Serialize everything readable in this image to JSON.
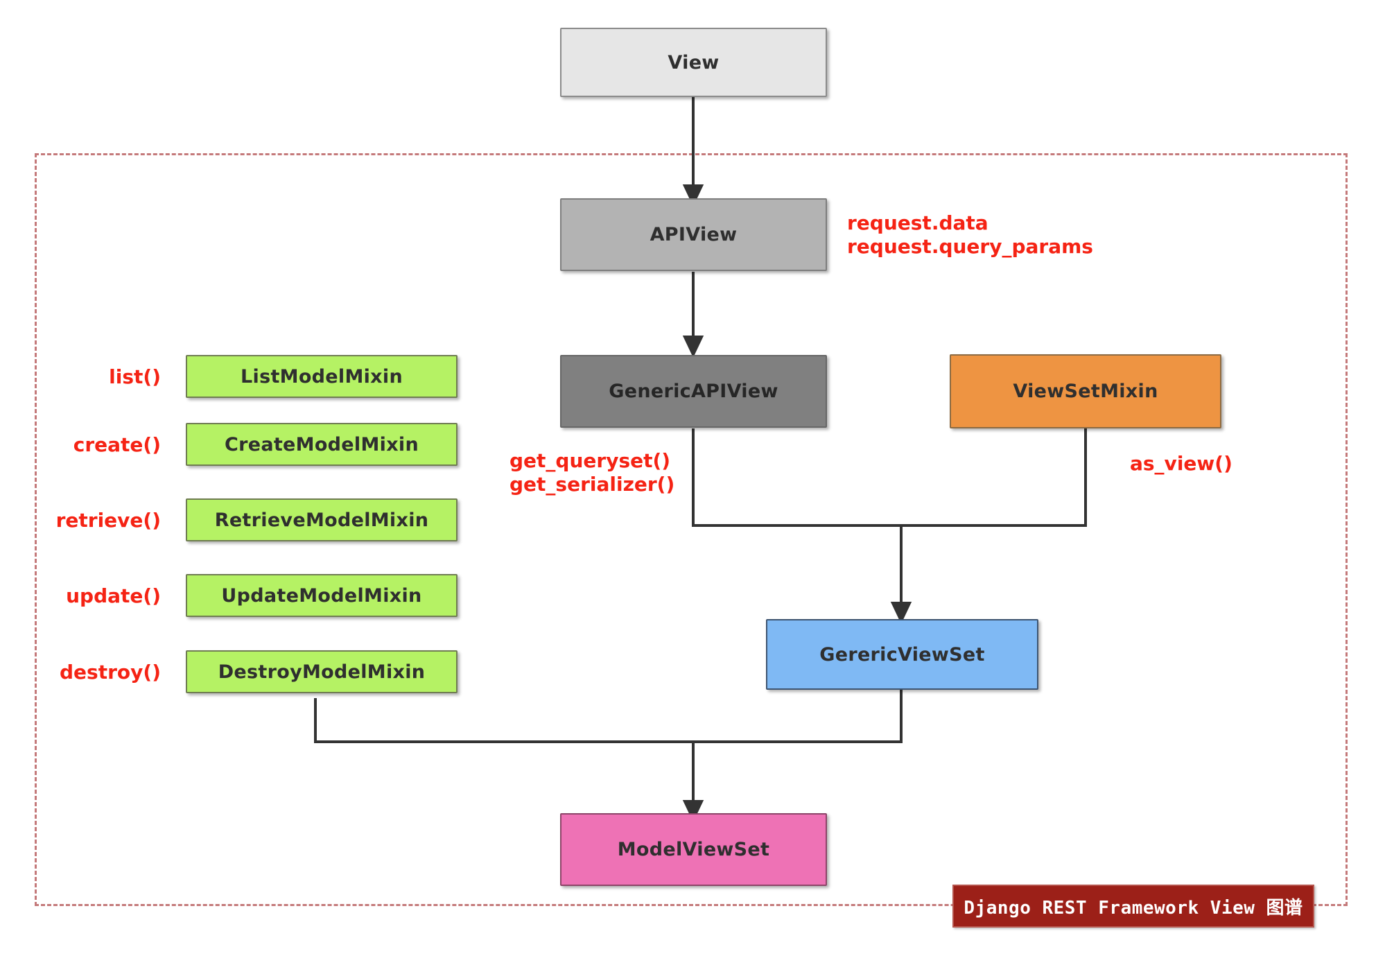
{
  "diagram": {
    "title": "Django REST Framework View 图谱",
    "caption_label": "Django REST Framework View 图谱",
    "colors": {
      "view": "#e6e6e6",
      "apiview": "#b3b3b3",
      "generic_apiview": "#808080",
      "viewset_mixin": "#ee9442",
      "model_mixin": "#b5f264",
      "generic_viewset": "#7fb9f4",
      "model_viewset": "#ee72b5",
      "annotation_red": "#f52314",
      "region_border": "#c4797a",
      "caption_background": "#9c2018",
      "connector": "#333333"
    }
  },
  "nodes": {
    "view": {
      "label": "View"
    },
    "apiview": {
      "label": "APIView"
    },
    "generic_apiview": {
      "label": "GenericAPIView"
    },
    "viewset_mixin": {
      "label": "ViewSetMixin"
    },
    "generic_viewset": {
      "label": "GerericViewSet"
    },
    "model_viewset": {
      "label": "ModelViewSet"
    }
  },
  "mixins": [
    {
      "method": "list()",
      "label": "ListModelMixin"
    },
    {
      "method": "create()",
      "label": "CreateModelMixin"
    },
    {
      "method": "retrieve()",
      "label": "RetrieveModelMixin"
    },
    {
      "method": "update()",
      "label": "UpdateModelMixin"
    },
    {
      "method": "destroy()",
      "label": "DestroyModelMixin"
    }
  ],
  "annotations": {
    "apiview_attrs": "request.data\nrequest.query_params",
    "generic_apiview_methods": "get_queryset()\nget_serializer()",
    "viewset_mixin_method": "as_view()"
  }
}
